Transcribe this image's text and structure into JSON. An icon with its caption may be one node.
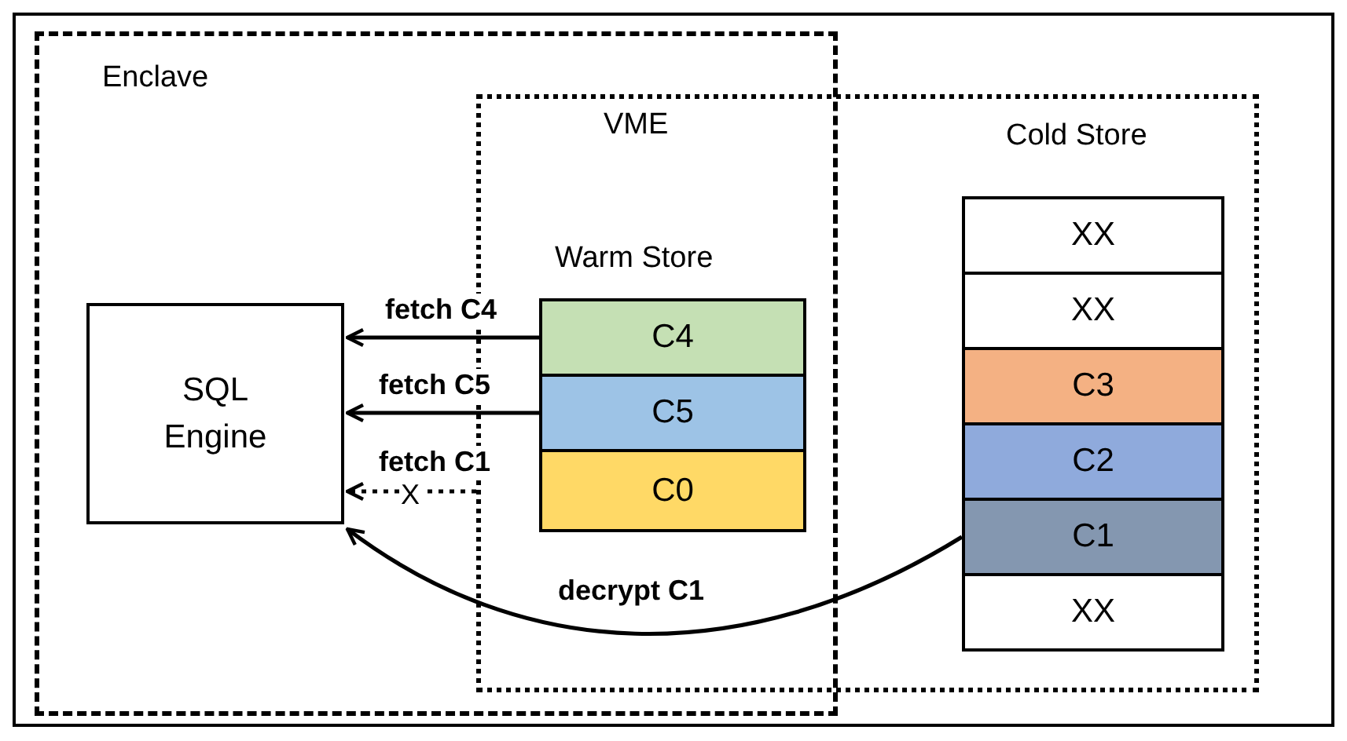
{
  "diagram": {
    "nodes": [
      {
        "text": [
          "Enclave"
        ]
      },
      {
        "text": [
          "VME"
        ]
      },
      {
        "text": [
          "SQL Engine"
        ],
        "in": 0
      },
      {
        "text": [
          "Warm Store"
        ]
      },
      {
        "text": [
          "C4"
        ]
      },
      {
        "text": [
          "C5"
        ]
      },
      {
        "text": [
          "C0"
        ]
      },
      {
        "text": [
          "Cold Store"
        ],
        "in": 1
      },
      {
        "text": [
          "XX"
        ],
        "in": 7
      },
      {
        "text": [
          "XX"
        ],
        "in": 7
      },
      {
        "text": [
          "C3"
        ],
        "in": 7
      },
      {
        "text": [
          "C2"
        ],
        "in": 7
      },
      {
        "text": [
          "C1"
        ],
        "in": 7
      },
      {
        "text": [
          "XX"
        ],
        "in": 7
      }
    ],
    "edges": [
      {
        "from": 4,
        "to": 2,
        "arrow": "to",
        "label": "fetch C4"
      },
      {
        "from": 5,
        "to": 2,
        "arrow": "to",
        "label": "fetch C5"
      },
      {
        "from": 1,
        "to": 2,
        "arrow": "to",
        "label": "fetch C1",
        "style": "dashed"
      },
      {
        "from": 12,
        "to": 2,
        "arrow": "to",
        "label": "decrypt C1"
      }
    ],
    "labels": [
      "X"
    ]
  }
}
